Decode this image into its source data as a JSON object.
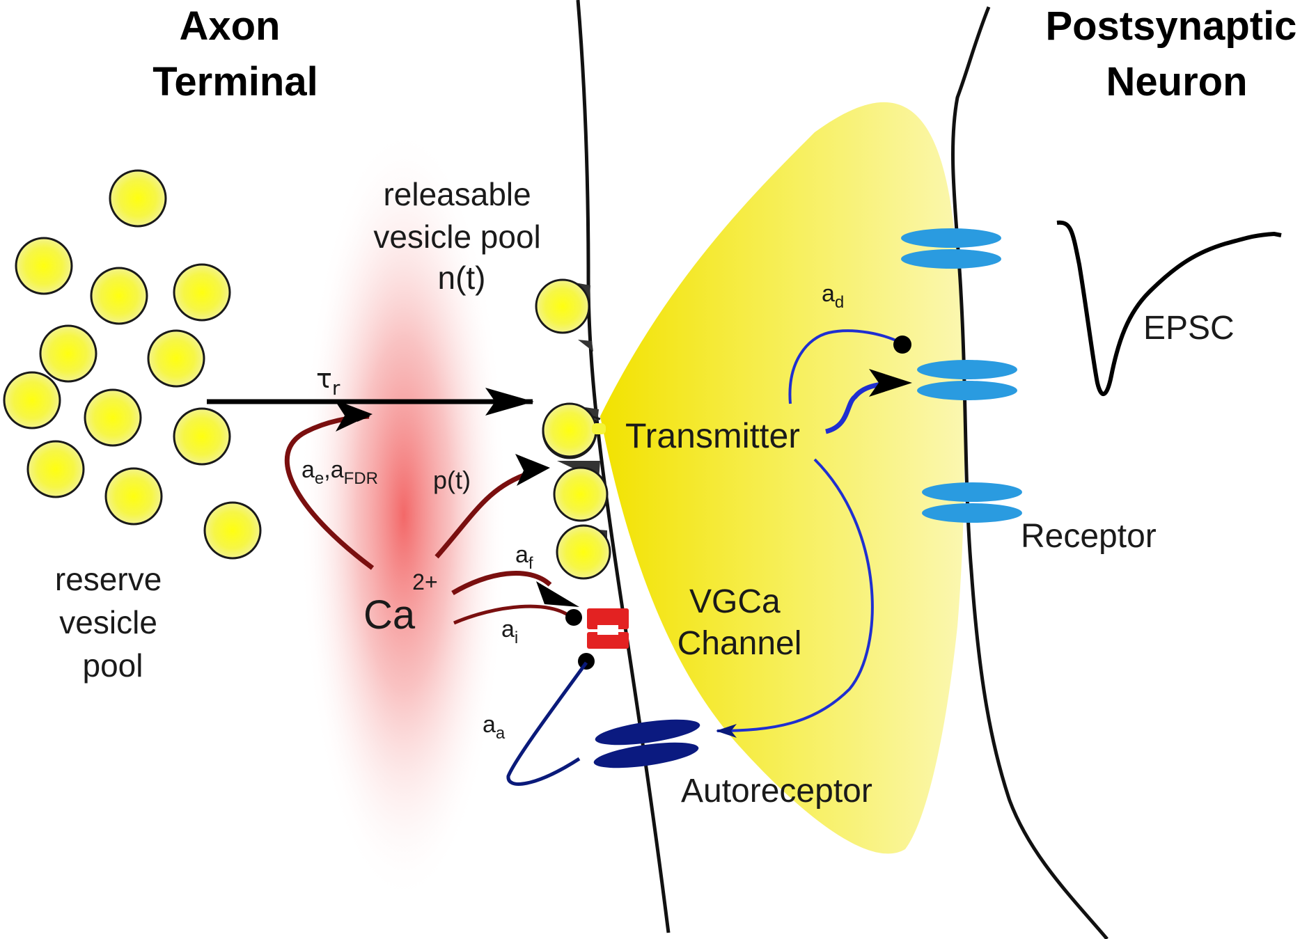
{
  "headings": {
    "axon_line1": "Axon",
    "axon_line2": "Terminal",
    "post_line1": "Postsynaptic",
    "post_line2": "Neuron"
  },
  "labels": {
    "releasable_line1": "releasable",
    "releasable_line2": "vesicle pool",
    "releasable_line3": "n(t)",
    "reserve_line1": "reserve",
    "reserve_line2": "vesicle",
    "reserve_line3": "pool",
    "tau_base": "τ",
    "tau_sub": "r",
    "ae_a1": "a",
    "ae_sub1": "e",
    "ae_comma": ",a",
    "ae_sub2": "FDR",
    "pt": "p(t)",
    "af_base": "a",
    "af_sub": "f",
    "ai_base": "a",
    "ai_sub": "i",
    "aa_base": "a",
    "aa_sub": "a",
    "ad_base": "a",
    "ad_sub": "d",
    "ca_base": "Ca",
    "ca_sup": "2+",
    "transmitter": "Transmitter",
    "vgca_line1": "VGCa",
    "vgca_line2": "Channel",
    "autoreceptor": "Autoreceptor",
    "receptor": "Receptor",
    "epsc": "EPSC"
  },
  "colors": {
    "vesicle_fill": "#f4f43a",
    "vesicle_stroke": "#1a1a1a",
    "cloud": "#f7d400",
    "calcium_glow": "#f06a6a",
    "calcium_arrow": "#7a0f0f",
    "transmitter_arrow": "#1f2fd0",
    "autoreceptor_arrow": "#0a1a7a",
    "receptor": "#2a9be0",
    "autoreceptor": "#0b1a80",
    "vgca": "#e32222",
    "membrane": "#111111"
  }
}
